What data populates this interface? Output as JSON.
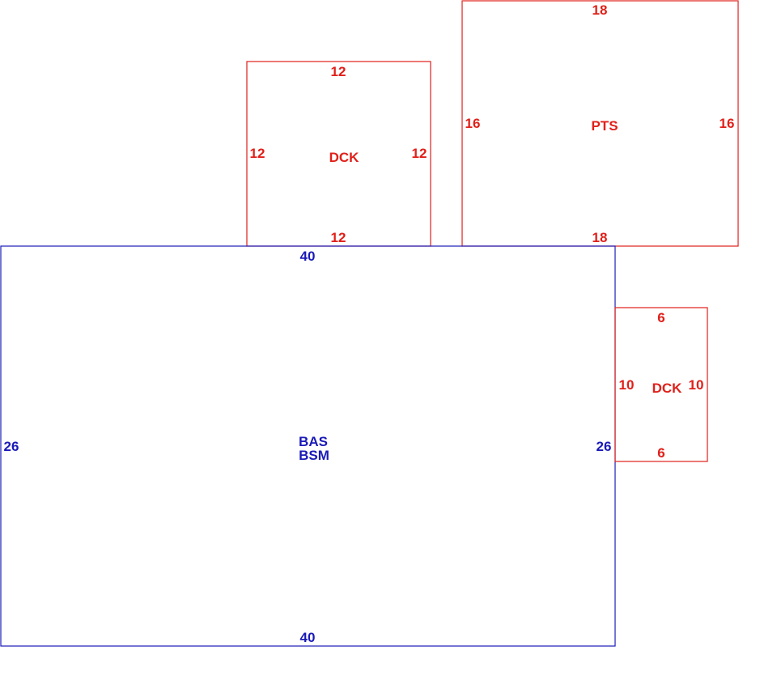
{
  "colors": {
    "addition": "#e0201a",
    "main": "#1a1ab8",
    "background": "#ffffff"
  },
  "areas": {
    "dck_top": {
      "code": "DCK",
      "dim_top": "12",
      "dim_bottom": "12",
      "dim_left": "12",
      "dim_right": "12"
    },
    "pts": {
      "code": "PTS",
      "dim_top": "18",
      "dim_bottom": "18",
      "dim_left": "16",
      "dim_right": "16"
    },
    "main": {
      "code_line1": "BAS",
      "code_line2": "BSM",
      "dim_top": "40",
      "dim_bottom": "40",
      "dim_left": "26",
      "dim_right": "26"
    },
    "dck_side": {
      "code": "DCK",
      "dim_top": "6",
      "dim_bottom": "6",
      "dim_left": "10",
      "dim_right": "10"
    }
  }
}
